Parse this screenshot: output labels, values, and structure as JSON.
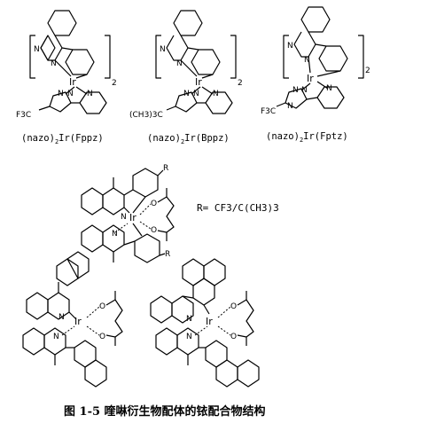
{
  "compounds": [
    {
      "prefix": "(nazo)",
      "sub": "2",
      "suffix": "Ir(Fppz)",
      "substituent": "F3C",
      "atoms": [
        "N",
        "N",
        "N",
        "N",
        "N",
        "Ir"
      ]
    },
    {
      "prefix": "(nazo)",
      "sub": "2",
      "suffix": "Ir(Bppz)",
      "substituent": "(CH3)3C",
      "atoms": [
        "N",
        "N",
        "N",
        "N",
        "N",
        "Ir"
      ]
    },
    {
      "prefix": "(nazo)",
      "sub": "2",
      "suffix": "Ir(Fptz)",
      "substituent": "F3C",
      "atoms": [
        "N",
        "N",
        "N",
        "N",
        "N",
        "N",
        "Ir"
      ]
    }
  ],
  "bracket_subscript": "2",
  "r_group": {
    "symbol": "R",
    "definition": "R= CF3/C(CH3)3"
  },
  "acac_atoms": {
    "O": "O",
    "Ir": "Ir",
    "N": "N"
  },
  "caption": "图 1-5  喹啉衍生物配体的铱配合物结构"
}
